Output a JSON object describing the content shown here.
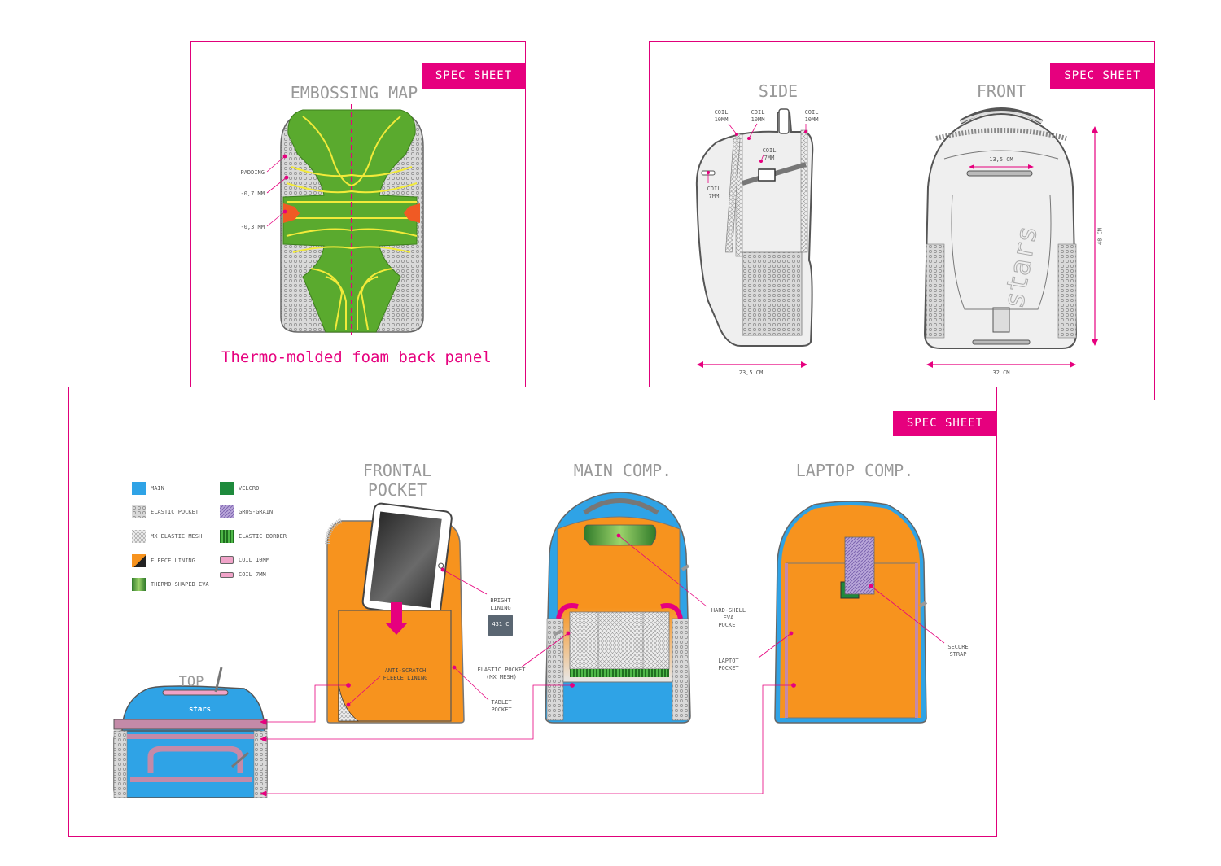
{
  "badge": "SPEC SHEET",
  "colors": {
    "accent": "#e6007e",
    "main": "#2fa3e6",
    "fleece": "#f7931e",
    "velcro": "#1e8a3c",
    "eva": "#7dc242",
    "gray": "#888888"
  },
  "embossing": {
    "title": "EMBOSSING MAP",
    "labels": [
      "PADDING",
      "-0,7 MM",
      "-0,3 MM"
    ],
    "caption": "Thermo-molded foam back panel"
  },
  "views": {
    "side_title": "SIDE",
    "front_title": "FRONT",
    "side_labels": [
      "COIL\n10MM",
      "COIL\n10MM",
      "COIL\n10MM",
      "COIL\n7MM",
      "COIL\n7MM"
    ],
    "side_width": "23,5 CM",
    "front_width": "32 CM",
    "front_height": "48 CM",
    "front_inner": "13,5 CM",
    "brand": "stars"
  },
  "legend": [
    {
      "label": "MAIN",
      "icon": "main-swatch"
    },
    {
      "label": "ELASTIC POCKET",
      "icon": "elastic-pocket-swatch"
    },
    {
      "label": "MX ELASTIC MESH",
      "icon": "mesh-swatch"
    },
    {
      "label": "FLEECE LINING",
      "icon": "fleece-swatch"
    },
    {
      "label": "THERMO-SHAPED EVA",
      "icon": "eva-swatch"
    },
    {
      "label": "VELCRO",
      "icon": "velcro-swatch"
    },
    {
      "label": "GROS-GRAIN",
      "icon": "grosgrain-swatch"
    },
    {
      "label": "ELASTIC BORDER",
      "icon": "elastic-border-swatch"
    },
    {
      "label": "COIL 10MM",
      "icon": "coil10-swatch"
    },
    {
      "label": "COIL 7MM",
      "icon": "coil7-swatch"
    }
  ],
  "sections": {
    "top_title": "TOP",
    "frontal_title": "FRONTAL\nPOCKET",
    "main_title": "MAIN COMP.",
    "laptop_title": "LAPTOP COMP.",
    "brand_top": "stars"
  },
  "callouts": {
    "bright_lining": "BRIGHT\nLINING",
    "pantone": "431 C",
    "anti_scratch": "ANTI-SCRATCH\nFLEECE LINING",
    "tablet_pocket": "TABLET\nPOCKET",
    "elastic_pocket": "ELASTIC POCKET\n(MX MESH)",
    "hard_shell": "HARD-SHELL\nEVA\nPOCKET",
    "laptop_pocket": "LAPTOT\nPOCKET",
    "secure_strap": "SECURE\nSTRAP"
  }
}
